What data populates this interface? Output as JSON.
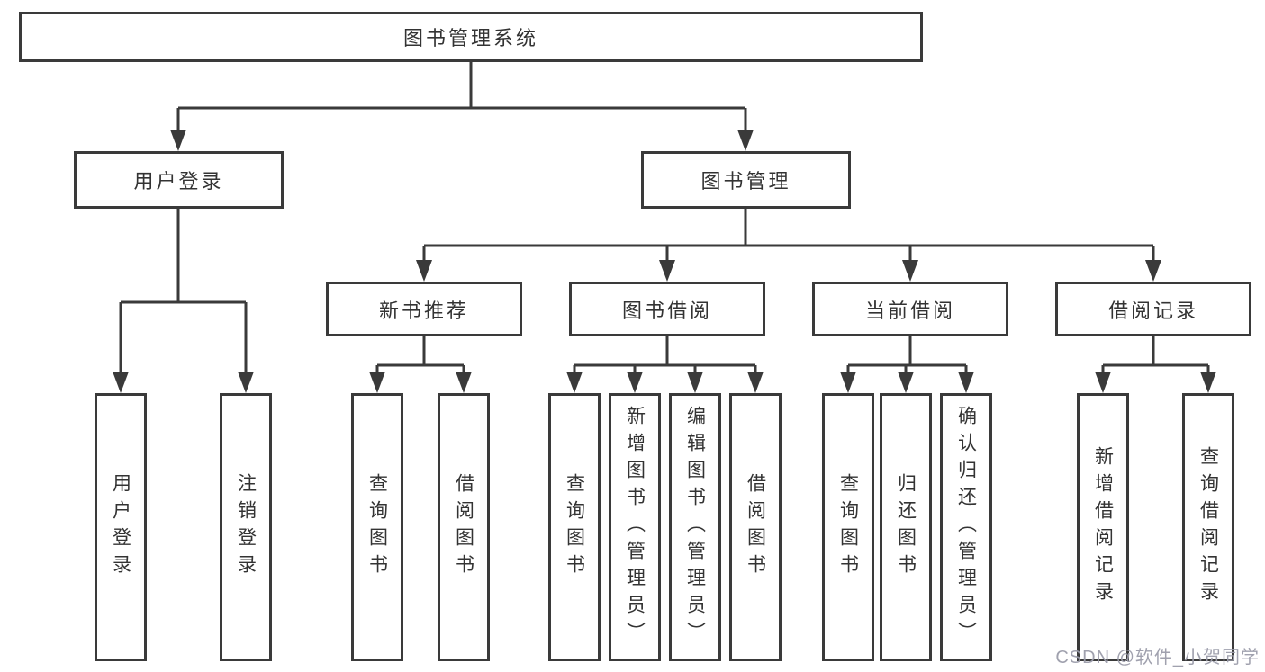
{
  "nodes": {
    "root": "图书管理系统",
    "level2": [
      "用户登录",
      "图书管理"
    ],
    "level3": [
      "新书推荐",
      "图书借阅",
      "当前借阅",
      "借阅记录"
    ],
    "leaves": {
      "user_login": [
        "用户登录",
        "注销登录"
      ],
      "new_book_recommend": [
        "查询图书",
        "借阅图书"
      ],
      "book_borrowing": [
        "查询图书",
        "新增图书（管理员）",
        "编辑图书（管理员）",
        "借阅图书"
      ],
      "current_borrowing": [
        "查询图书",
        "归还图书",
        "确认归还（管理员）"
      ],
      "borrowing_records": [
        "新增借阅记录",
        "查询借阅记录"
      ]
    }
  },
  "watermark": "CSDN @软件_小贺同学",
  "colors": {
    "line": "#3a3a3a",
    "text": "#333333",
    "box_background": "#ffffff",
    "watermark": "#9b9caa"
  }
}
